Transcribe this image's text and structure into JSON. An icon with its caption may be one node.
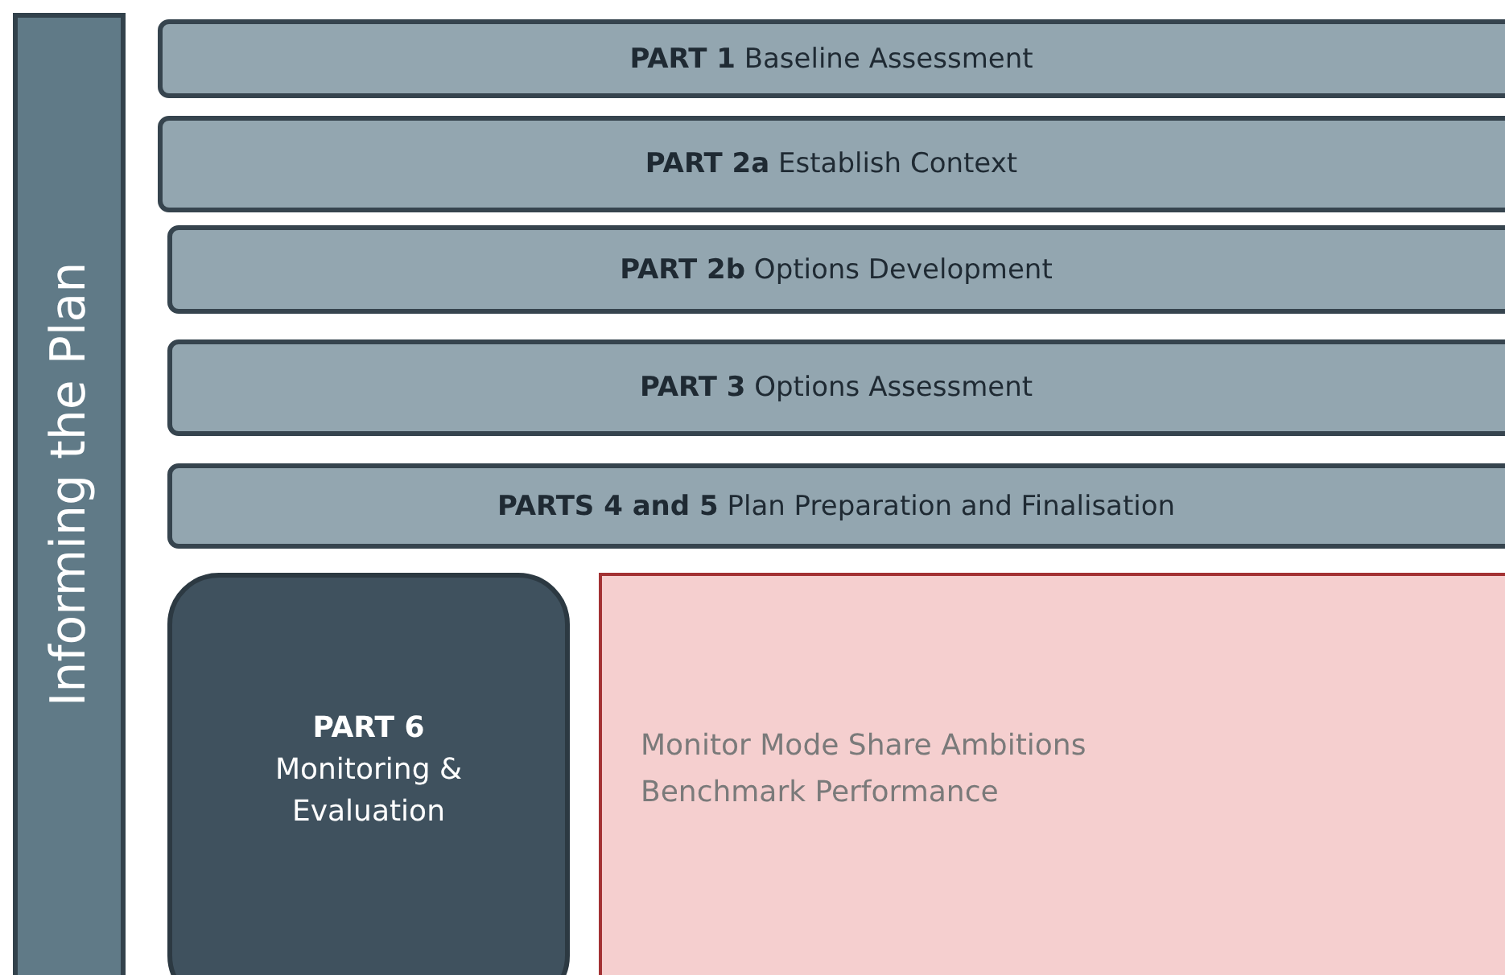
{
  "diagram": {
    "nodes": [
      {
        "text": [
          "Informing the Plan"
        ]
      },
      {
        "text": [
          "**PART 1** Baseline Assessment"
        ]
      },
      {
        "text": [
          "**PART 2a** Establish Context"
        ]
      },
      {
        "text": [
          "**PART 2b** Options Development"
        ]
      },
      {
        "text": [
          "**PART 3**  Options Assessment"
        ]
      },
      {
        "text": [
          "**PARTS 4 and 5** Plan Preparation and Finalisation"
        ]
      },
      {
        "text": [
          "PART 6",
          "Monitoring & Evaluation"
        ]
      },
      {
        "text": [
          "Monitor Mode Share Ambitions",
          "Benchmark Performance"
        ]
      }
    ]
  }
}
